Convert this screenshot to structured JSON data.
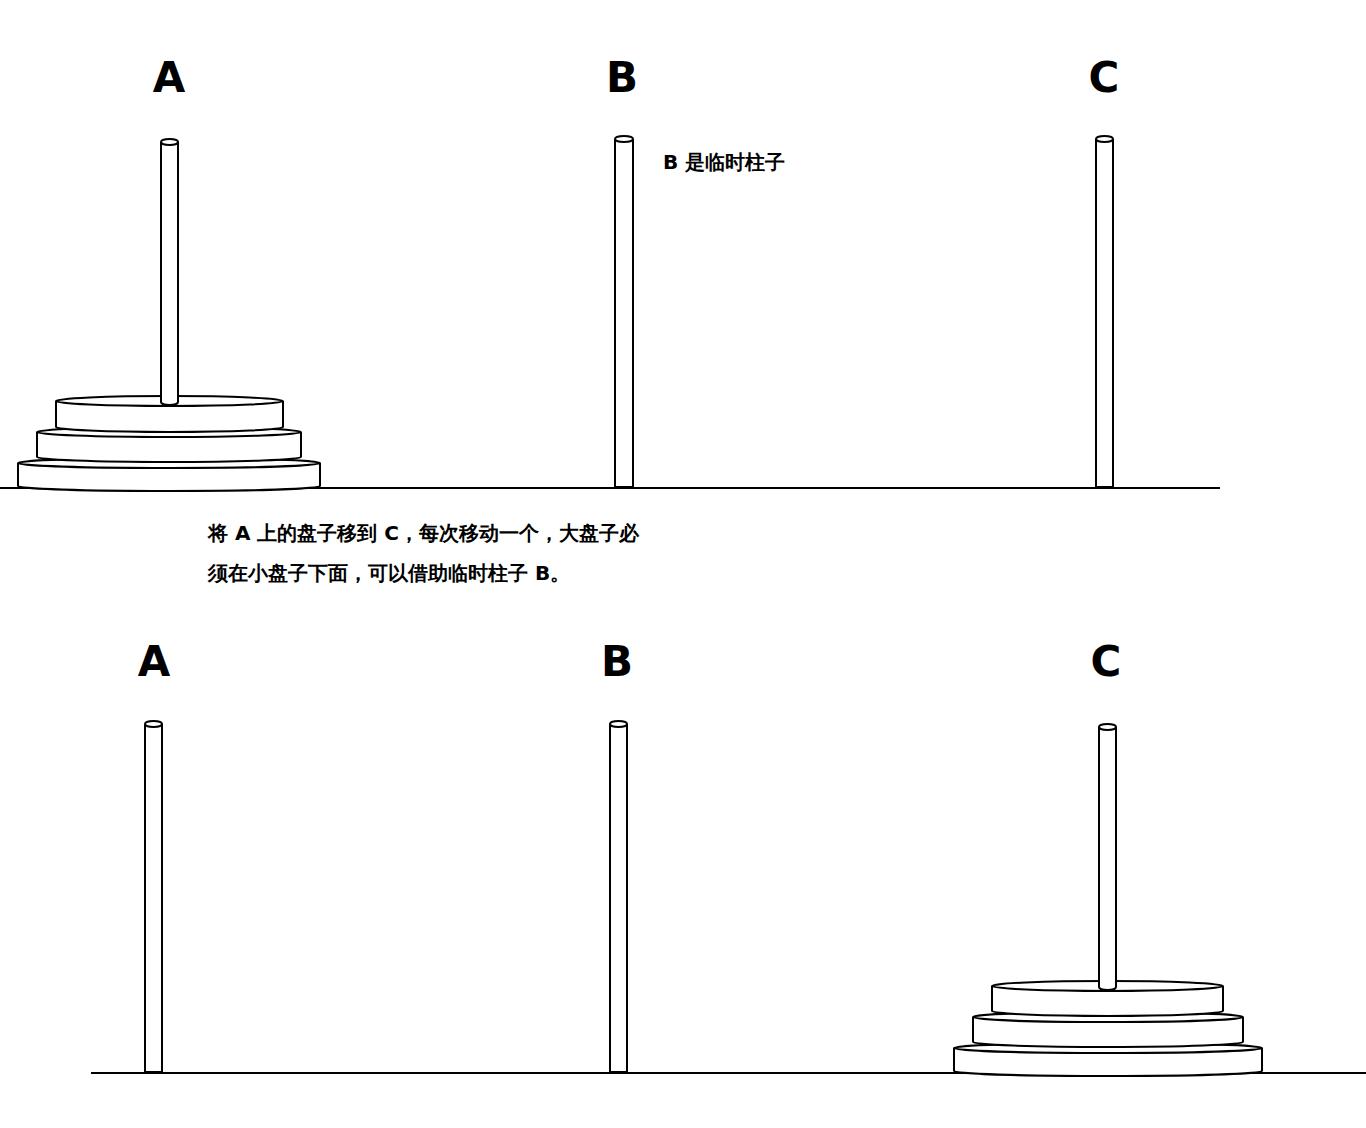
{
  "diagram": {
    "labels": [
      "A",
      "B",
      "C",
      "B 是临时柱子",
      "将 A 上的盘子移到 C，每次移动一个，大盘子必须在小盘子下面，可以借助临时柱子 B。",
      "A",
      "B",
      "C"
    ]
  }
}
